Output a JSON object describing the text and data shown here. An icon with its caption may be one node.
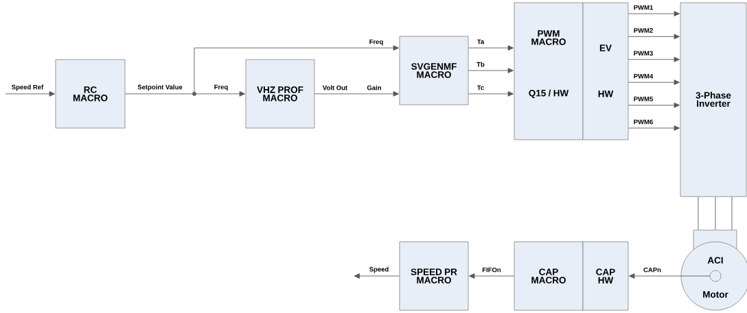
{
  "diagram": {
    "nodes": [
      {
        "text": [
          "RC MACRO"
        ]
      },
      {
        "text": [],
        "shape": "circle"
      },
      {
        "text": [
          "VHZ PROF MACRO"
        ]
      },
      {
        "text": [
          "SVGENMF MACRO"
        ]
      },
      {
        "text": [
          "PWM MACRO",
          "Q15 / HW"
        ]
      },
      {
        "text": [
          "EV",
          "HW"
        ]
      },
      {
        "text": [
          "3-Phase Inverter"
        ]
      },
      {
        "text": [
          "ACI",
          "Motor"
        ]
      },
      {
        "text": [
          "CAP MACRO"
        ]
      },
      {
        "text": [
          "CAP HW"
        ]
      },
      {
        "text": [
          "SPEED PR MACRO"
        ]
      }
    ],
    "edges": [
      {
        "from": null,
        "to": 0,
        "arrow": "to",
        "label": "Speed Ref"
      },
      {
        "from": 0,
        "to": 1,
        "arrow": "none",
        "label": "Setpoint Value"
      },
      {
        "from": 1,
        "to": 2,
        "arrow": "to",
        "label": "Freq"
      },
      {
        "from": 1,
        "to": 3,
        "arrow": "to",
        "label": "Freq"
      },
      {
        "from": 2,
        "to": 3,
        "arrow": "to",
        "label": "Volt Out"
      },
      {
        "from": 3,
        "to": 4,
        "arrow": "to",
        "label": "Ta"
      },
      {
        "from": 3,
        "to": 4,
        "arrow": "to",
        "label": "Tb"
      },
      {
        "from": 3,
        "to": 4,
        "arrow": "to",
        "label": "Tc"
      },
      {
        "from": 5,
        "to": 6,
        "arrow": "to",
        "label": "PWM1"
      },
      {
        "from": 5,
        "to": 6,
        "arrow": "to",
        "label": "PWM2"
      },
      {
        "from": 5,
        "to": 6,
        "arrow": "to",
        "label": "PWM3"
      },
      {
        "from": 5,
        "to": 6,
        "arrow": "to",
        "label": "PWM4"
      },
      {
        "from": 5,
        "to": 6,
        "arrow": "to",
        "label": "PWM5"
      },
      {
        "from": 5,
        "to": 6,
        "arrow": "to",
        "label": "PWM6"
      },
      {
        "from": 6,
        "to": 7,
        "arrow": "none"
      },
      {
        "from": 6,
        "to": 7,
        "arrow": "none"
      },
      {
        "from": 6,
        "to": 7,
        "arrow": "none"
      },
      {
        "from": 7,
        "to": 9,
        "arrow": "to",
        "label": "CAPn"
      },
      {
        "from": 8,
        "to": 10,
        "arrow": "to",
        "label": "FIFOn"
      },
      {
        "from": 10,
        "to": null,
        "arrow": "to",
        "label": "Speed"
      }
    ],
    "labels": [
      "Gain"
    ]
  }
}
